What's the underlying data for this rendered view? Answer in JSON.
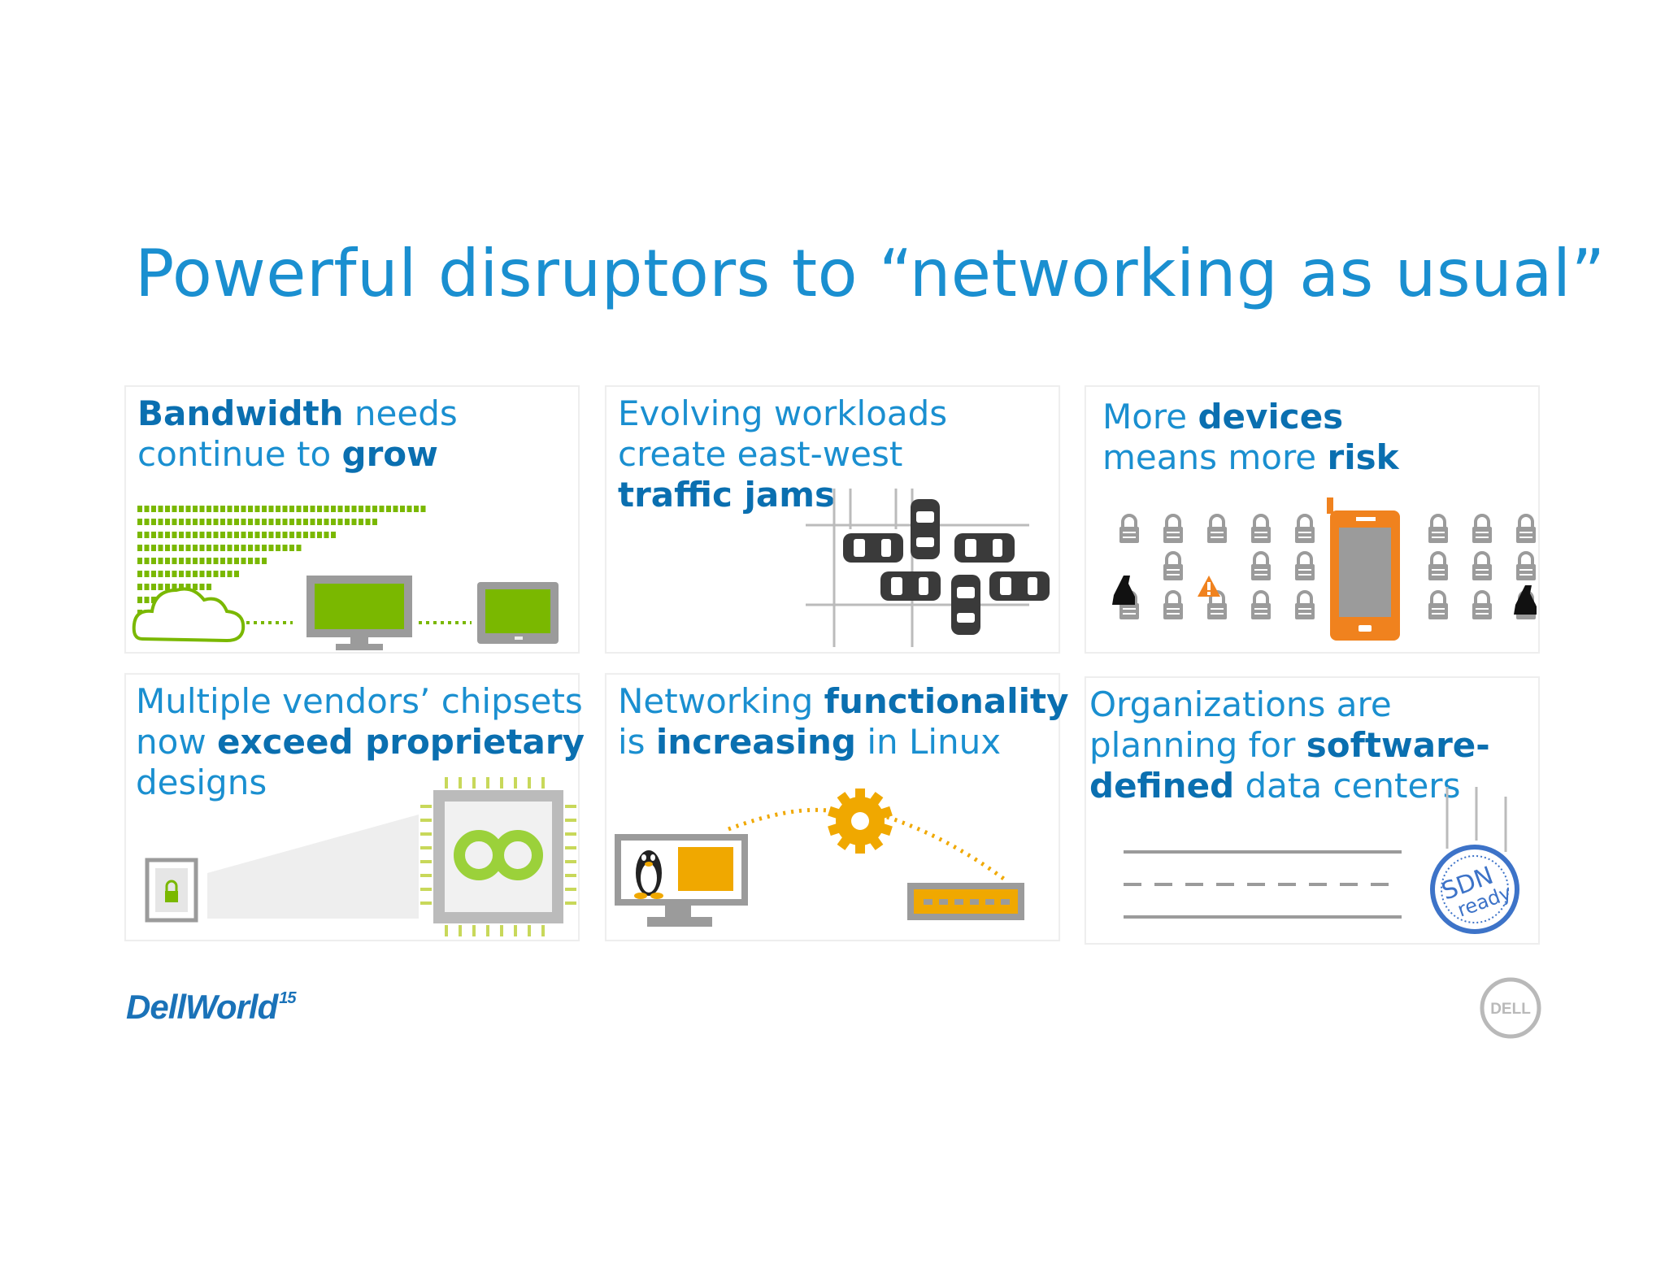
{
  "slide": {
    "title": "Powerful disruptors to “networking as usual”"
  },
  "cards": [
    {
      "lines": [
        [
          {
            "t": "Bandwidth",
            "b": true
          },
          {
            "t": " needs",
            "b": false
          }
        ],
        [
          {
            "t": "continue to ",
            "b": false
          },
          {
            "t": "grow",
            "b": true
          }
        ]
      ]
    },
    {
      "lines": [
        [
          {
            "t": "Evolving workloads",
            "b": false
          }
        ],
        [
          {
            "t": "create east-west",
            "b": false
          }
        ],
        [
          {
            "t": "traffic jams",
            "b": true
          }
        ]
      ]
    },
    {
      "lines": [
        [
          {
            "t": "More ",
            "b": false
          },
          {
            "t": "devices",
            "b": true
          }
        ],
        [
          {
            "t": "means more ",
            "b": false
          },
          {
            "t": "risk",
            "b": true
          }
        ]
      ]
    },
    {
      "lines": [
        [
          {
            "t": "Multiple vendors’ chipsets",
            "b": false
          }
        ],
        [
          {
            "t": "now ",
            "b": false
          },
          {
            "t": "exceed proprietary",
            "b": true
          }
        ],
        [
          {
            "t": "designs",
            "b": false
          }
        ]
      ]
    },
    {
      "lines": [
        [
          {
            "t": "Networking ",
            "b": false
          },
          {
            "t": "functionality",
            "b": true
          }
        ],
        [
          {
            "t": "is ",
            "b": false
          },
          {
            "t": "increasing",
            "b": true
          },
          {
            "t": " in Linux",
            "b": false
          }
        ]
      ]
    },
    {
      "lines": [
        [
          {
            "t": "Organizations are",
            "b": false
          }
        ],
        [
          {
            "t": "planning for ",
            "b": false
          },
          {
            "t": "software-",
            "b": true
          }
        ],
        [
          {
            "t": "defined",
            "b": true
          },
          {
            "t": " data centers",
            "b": false
          }
        ]
      ]
    }
  ],
  "badge": {
    "line1": "SDN",
    "line2": "ready"
  },
  "footer": {
    "brand": "DellWorld",
    "year": "15",
    "logo": "DELL"
  },
  "colors": {
    "title": "#1a8fd0",
    "bold": "#0a6fb0",
    "green": "#7ab800",
    "orange": "#f0821e",
    "gold": "#f0a800",
    "gray": "#9b9b9b"
  }
}
